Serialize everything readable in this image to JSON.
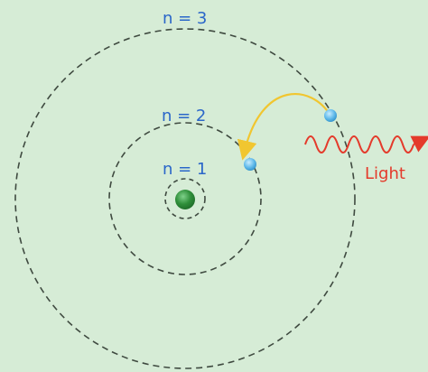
{
  "orbits": [
    {
      "label": "n = 1"
    },
    {
      "label": "n = 2"
    },
    {
      "label": "n = 3"
    }
  ],
  "light": {
    "label": "Light"
  },
  "colors": {
    "background": "#d6ecd6",
    "orbit": "#3f4a40",
    "label_blue": "#2a66c9",
    "light_red": "#e43a2b",
    "arrow_yellow": "#f1c630",
    "nucleus": "#2f8f3a",
    "electron": "#5fb9ea"
  }
}
